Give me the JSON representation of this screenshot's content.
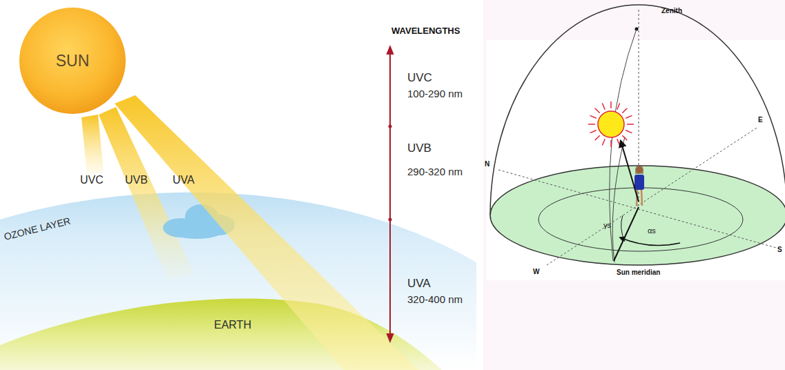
{
  "diagram": {
    "nodes": [
      {
        "text": [
          "SUN"
        ]
      }
    ],
    "labels": [
      "UVC",
      "UVB",
      "UVA",
      "OZONE LAYER",
      "EARTH",
      "WAVELENGTHS",
      "UVC",
      "100-290 nm",
      "UVB",
      "290-320 nm",
      "UVA",
      "320-400 nm",
      "Zenith",
      "N",
      "E",
      "W",
      "S",
      "γs",
      "αs",
      "Sun meridian"
    ]
  }
}
